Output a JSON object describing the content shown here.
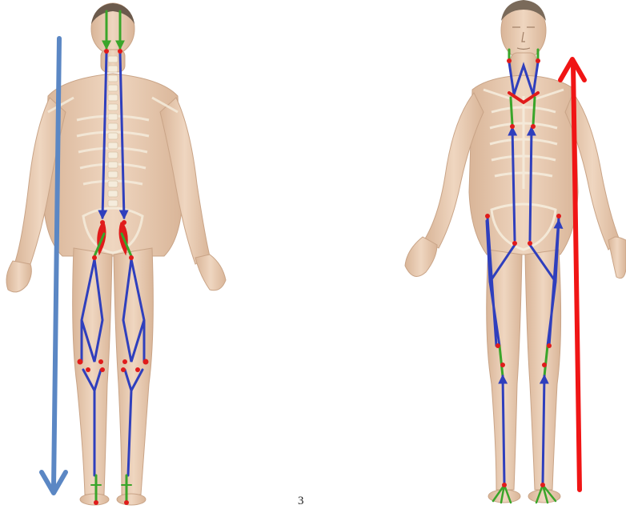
{
  "page_number": "3",
  "colors": {
    "skin": "#e9cdb6",
    "skin_shadow": "#cfa98c",
    "bone": "#f4ead9",
    "hair": "#6b5a4c",
    "blue_chain": "#2f3fbd",
    "green_segment": "#3aa52a",
    "red_joint": "#e01b1b",
    "down_arrow": "#5b87c4",
    "up_arrow": "#f01515"
  },
  "figures": [
    {
      "name": "back-view",
      "arrow": "down"
    },
    {
      "name": "front-view",
      "arrow": "up"
    }
  ]
}
